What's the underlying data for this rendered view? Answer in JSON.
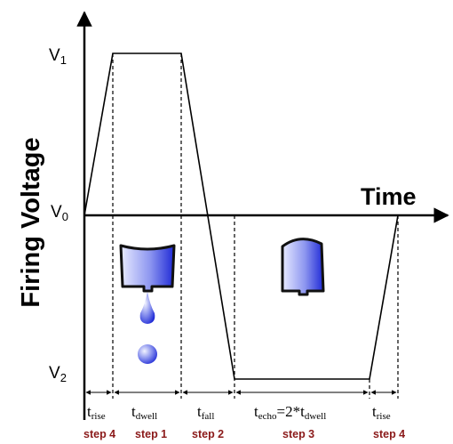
{
  "axis": {
    "y_title": "Firing Voltage",
    "x_title": "Time"
  },
  "levels": {
    "v1": {
      "main": "V",
      "sub": "1"
    },
    "v0": {
      "main": "V",
      "sub": "0"
    },
    "v2": {
      "main": "V",
      "sub": "2"
    }
  },
  "phases": {
    "rise_start": {
      "main": "t",
      "sub": "rise"
    },
    "dwell": {
      "main": "t",
      "sub": "dwell"
    },
    "fall": {
      "main": "t",
      "sub": "fall"
    },
    "echo": {
      "main": "t",
      "sub": "echo",
      "middle": "=2*t",
      "sub2": "dwell"
    },
    "rise_end": {
      "main": "t",
      "sub": "rise"
    }
  },
  "steps": {
    "rise_start": "step 4",
    "dwell": "step 1",
    "fall": "step 2",
    "echo": "step 3",
    "rise_end": "step 4"
  },
  "colors": {
    "chamber_blue": "#1f2ad6",
    "waveform": "#000000",
    "step_text": "#8b1a1a"
  },
  "icons": {
    "expanded_chamber": "nozzle-chamber-expanded-icon",
    "compressed_chamber": "nozzle-chamber-compressed-icon",
    "droplet": "ejected-droplet-icon"
  }
}
